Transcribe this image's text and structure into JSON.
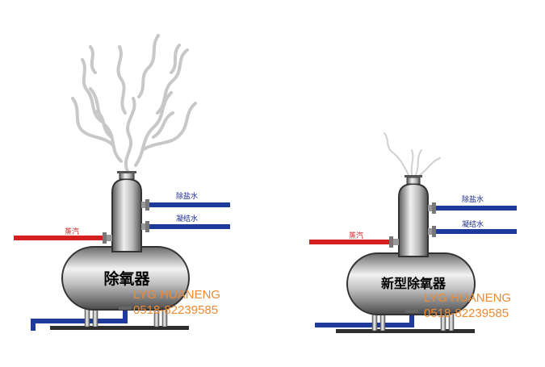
{
  "colors": {
    "steam_pipe": "#d42020",
    "water_pipe": "#1e3a9a",
    "steel_dark": "#4a4a4a",
    "steel_light": "#e6e6e6",
    "label_blue": "#1a2a8a",
    "label_red": "#cc2222",
    "watermark": "#f08a30",
    "smoke": "#c8c8c8",
    "ground": "#2e2e2e"
  },
  "left_unit": {
    "tank_label": "除氧器",
    "steam_label": "蒸汽",
    "demin_water_label": "除盐水",
    "condensate_label": "凝结水",
    "watermark_line1": "LYG HUANENG",
    "watermark_line2": "0518-82239585"
  },
  "right_unit": {
    "tank_label": "新型除氧器",
    "steam_label": "蒸汽",
    "demin_water_label": "除盐水",
    "condensate_label": "凝结水",
    "watermark_line1": "LYG HUANENG",
    "watermark_line2": "0518-82239585"
  }
}
